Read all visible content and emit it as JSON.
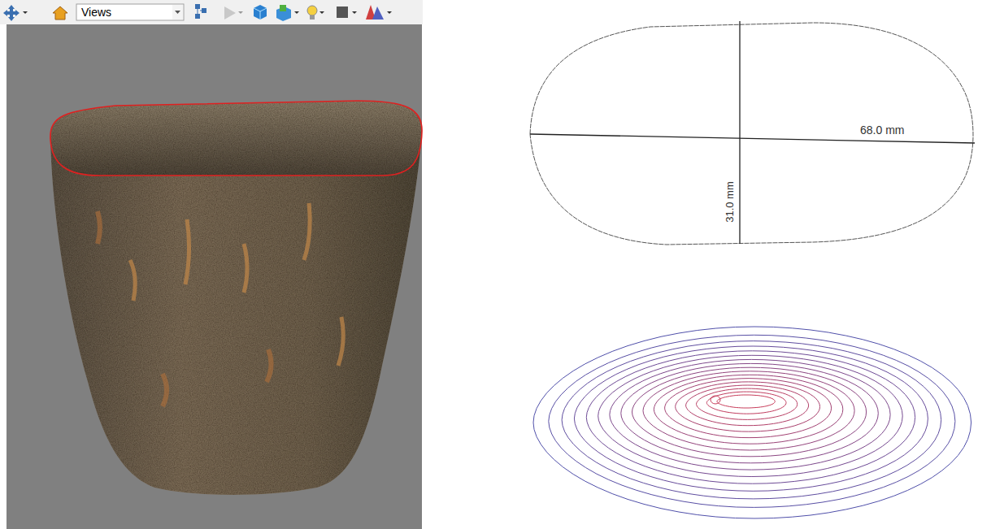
{
  "diagram": {
    "labels": [
      "Views",
      "68.0 mm",
      "31.0 mm"
    ]
  }
}
